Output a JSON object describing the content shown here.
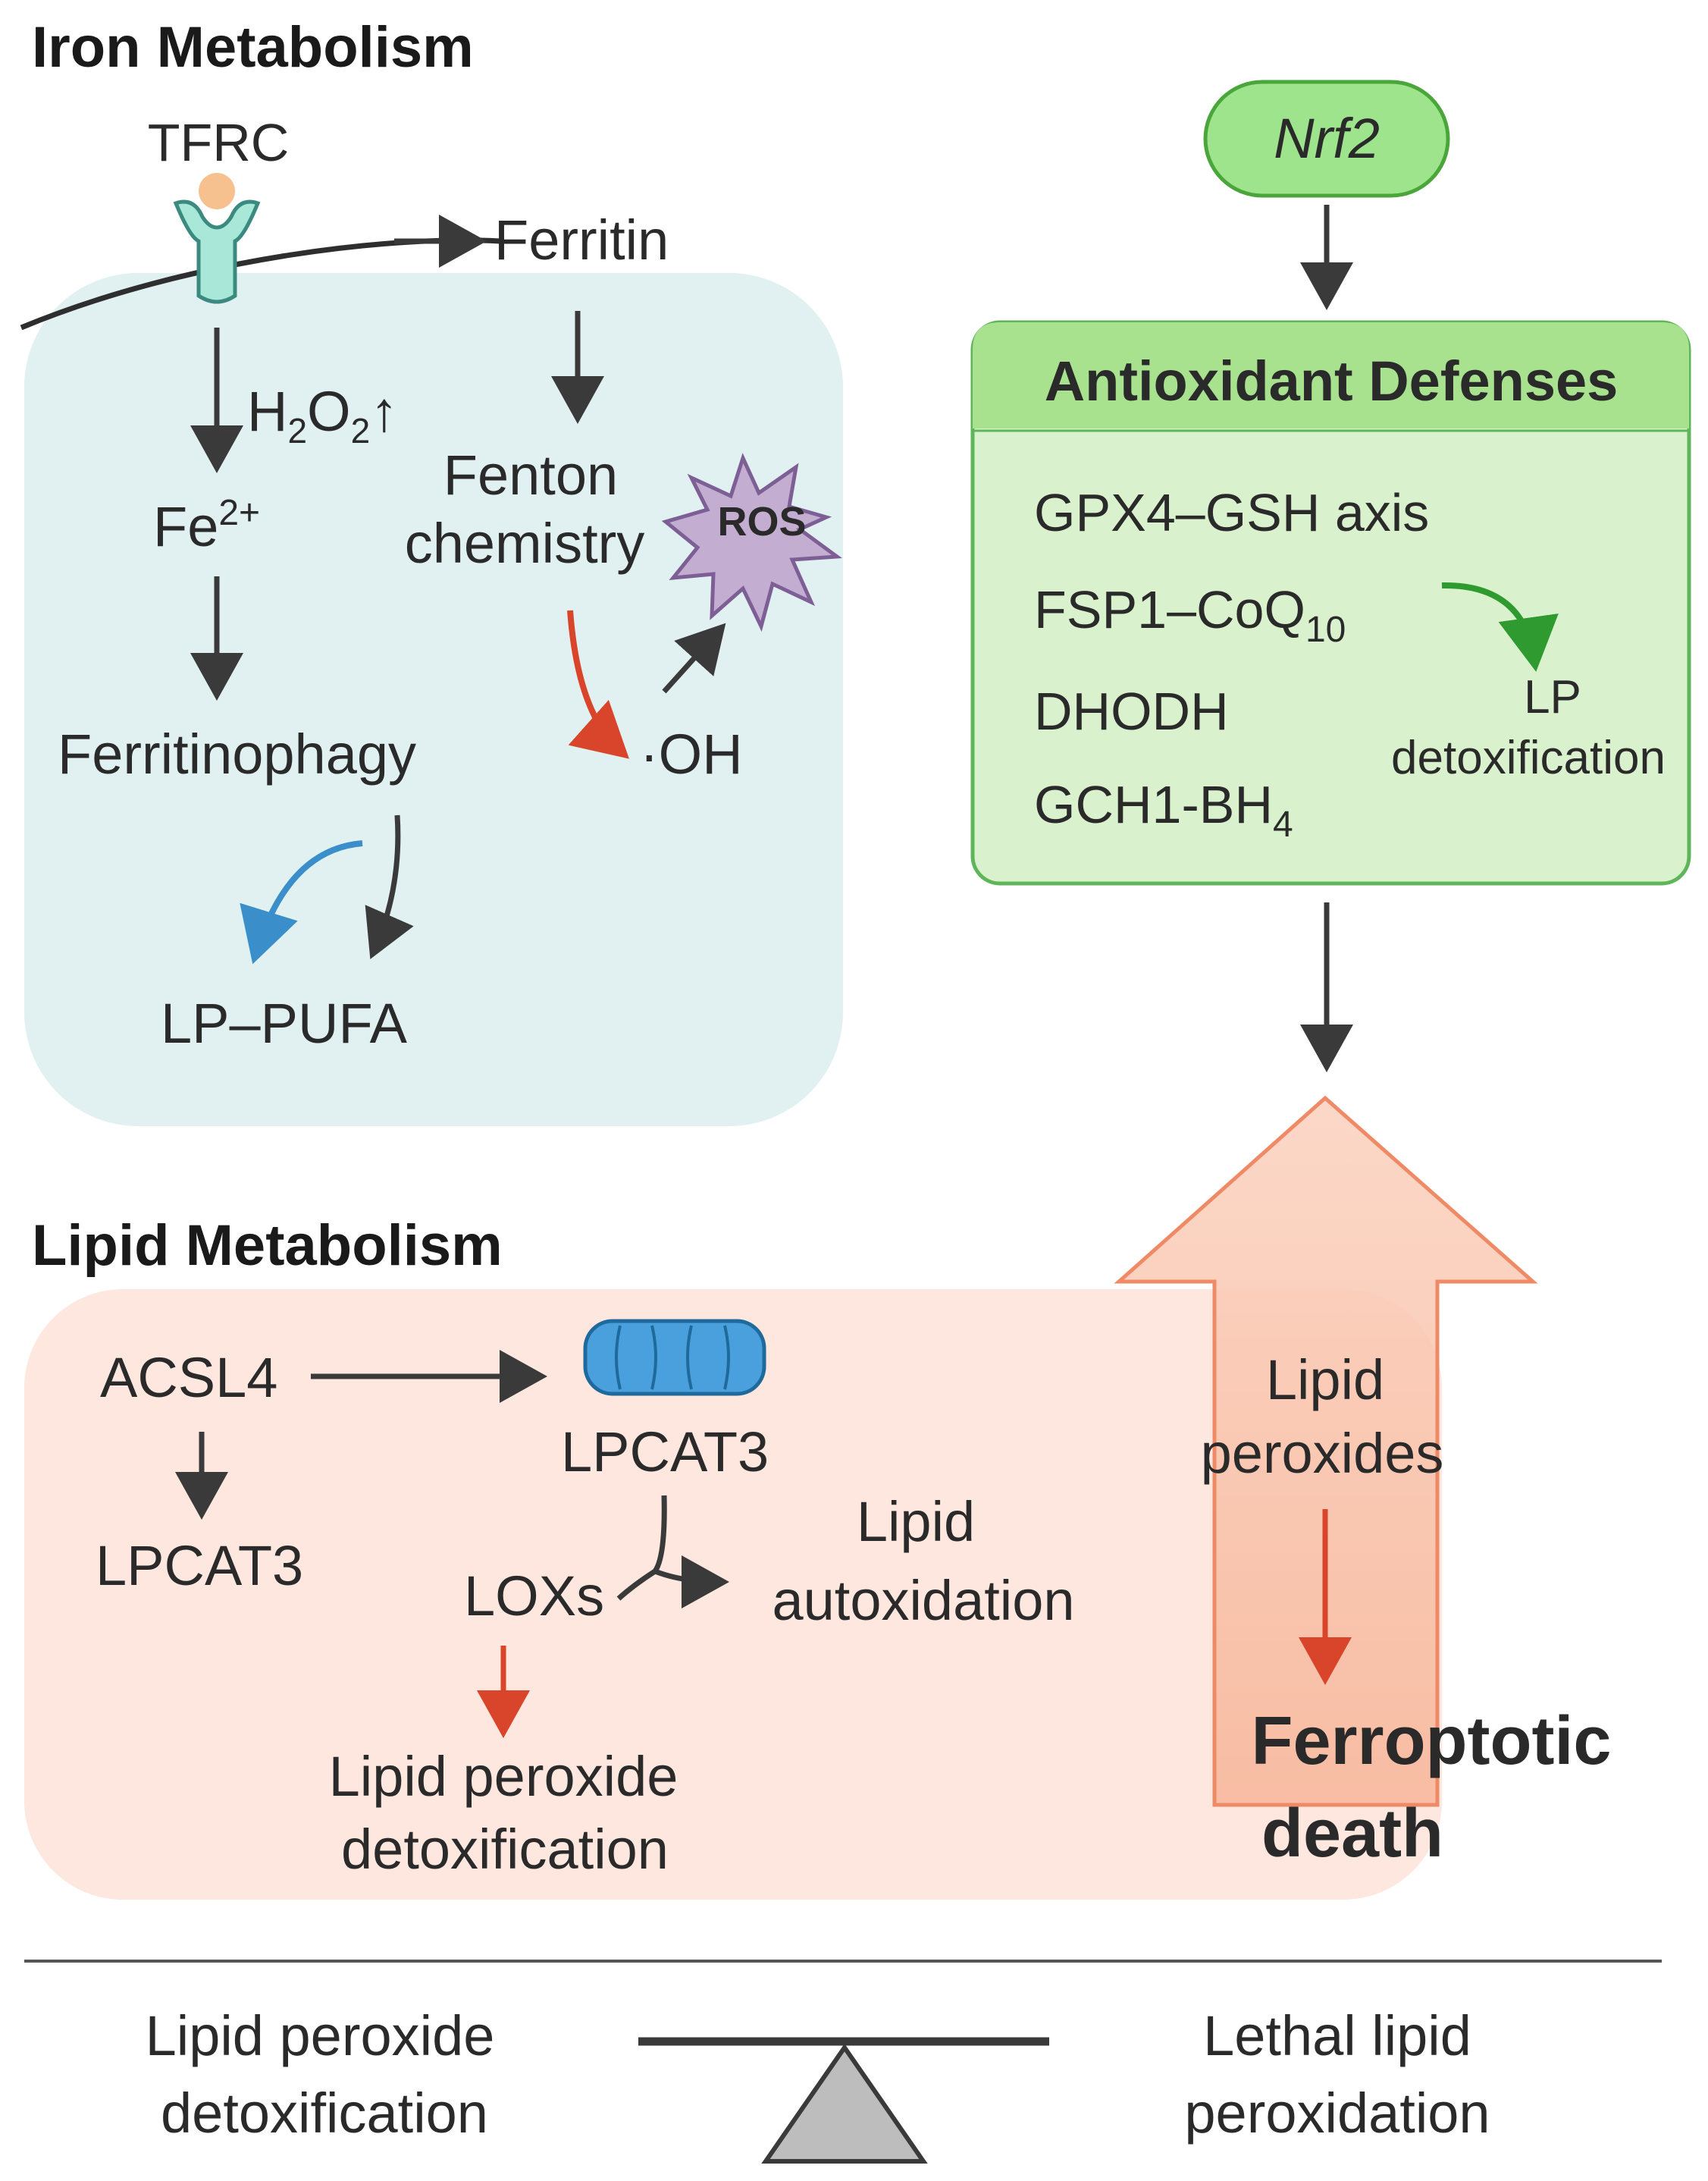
{
  "iron": {
    "heading": "Iron Metabolism",
    "tfrc": "TFRC",
    "ferritin": "Ferritin",
    "h2o2_label": "H",
    "h2o2_sub1": "2",
    "h2o2_mid": "O",
    "h2o2_sub2": "2",
    "h2o2_arrow": "↑",
    "fe_base": "Fe",
    "fe_sup": "2+",
    "fenton_line1": "Fenton",
    "fenton_line2": "chemistry",
    "ros": "ROS",
    "oh": "·OH",
    "ferritinophagy": "Ferritinophagy",
    "lp_pufa": "LP–PUFA"
  },
  "antioxidant": {
    "nrf2": "Nrf2",
    "title": "Antioxidant Defenses",
    "gpx4": "GPX4–GSH axis",
    "fsp1_base": "FSP1–CoQ",
    "fsp1_sub": "10",
    "dhodh": "DHODH",
    "gch1_base": "GCH1-BH",
    "gch1_sub": "4",
    "lp_line1": "LP",
    "lp_line2": "detoxification"
  },
  "lipid": {
    "heading": "Lipid Metabolism",
    "acsl4": "ACSL4",
    "lpcat3_left": "LPCAT3",
    "lpcat3_right": "LPCAT3",
    "loxs": "LOXs",
    "autox_line1": "Lipid",
    "autox_line2": "autoxidation",
    "detox_line1": "Lipid peroxide",
    "detox_line2": "detoxification"
  },
  "outcome": {
    "peroxides_line1": "Lipid",
    "peroxides_line2": "peroxides",
    "death_line1": "Ferroptotic",
    "death_line2": "death"
  },
  "balance": {
    "left_line1": "Lipid peroxide",
    "left_line2": "detoxification",
    "right_line1": "Lethal lipid",
    "right_line2": "peroxidation"
  },
  "colors": {
    "iron_panel": "#e1f1f1",
    "lipid_panel": "#fde7de",
    "antioxidant_panel": "#d9f1cc",
    "antioxidant_header": "#a9e28f",
    "nrf2_fill": "#9ee48d",
    "big_arrow": "#f9c3ab",
    "ros_star": "#c3aed2",
    "death_text": "#d2492a",
    "red_arrow": "#d9452b",
    "blue_arrow": "#3a8ec9",
    "green_arrow": "#2f9a2f",
    "tfrc_receptor": "#a9e8d8",
    "lpcat3_cylinder": "#4aa0dc"
  }
}
